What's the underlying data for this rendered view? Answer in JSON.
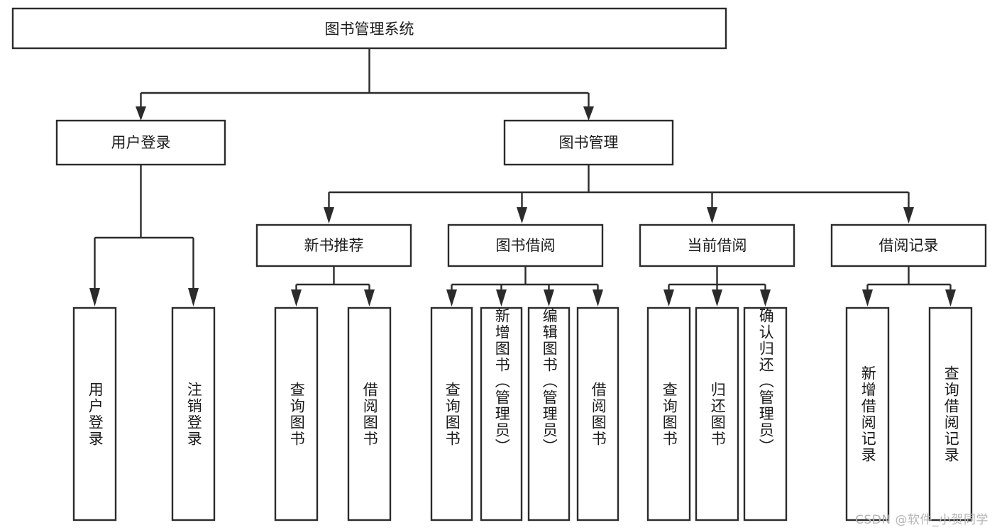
{
  "diagram": {
    "title": "图书管理系统",
    "type": "hierarchy-tree",
    "orientation": "top-down",
    "colors": {
      "stroke": "#2b2b2b",
      "fill": "#ffffff",
      "text": "#1a1a1a",
      "watermark": "#b4b4b4"
    },
    "root": {
      "label": "图书管理系统"
    },
    "level2": [
      {
        "label": "用户登录"
      },
      {
        "label": "图书管理"
      }
    ],
    "level3": [
      {
        "label": "新书推荐"
      },
      {
        "label": "图书借阅"
      },
      {
        "label": "当前借阅"
      },
      {
        "label": "借阅记录"
      }
    ],
    "leaves": {
      "user_login": [
        {
          "label": "用户登录"
        },
        {
          "label": "注销登录"
        }
      ],
      "new_book_recommend": [
        {
          "label": "查询图书"
        },
        {
          "label": "借阅图书"
        }
      ],
      "book_borrow": [
        {
          "label": "查询图书"
        },
        {
          "label": "新增图书（管理员）"
        },
        {
          "label": "编辑图书（管理员）"
        },
        {
          "label": "借阅图书"
        }
      ],
      "current_borrow": [
        {
          "label": "查询图书"
        },
        {
          "label": "归还图书"
        },
        {
          "label": "确认归还（管理员）"
        }
      ],
      "borrow_record": [
        {
          "label": "新增借阅记录"
        },
        {
          "label": "查询借阅记录"
        }
      ]
    }
  },
  "watermark": {
    "text": "CSDN @软件_小贺同学"
  }
}
